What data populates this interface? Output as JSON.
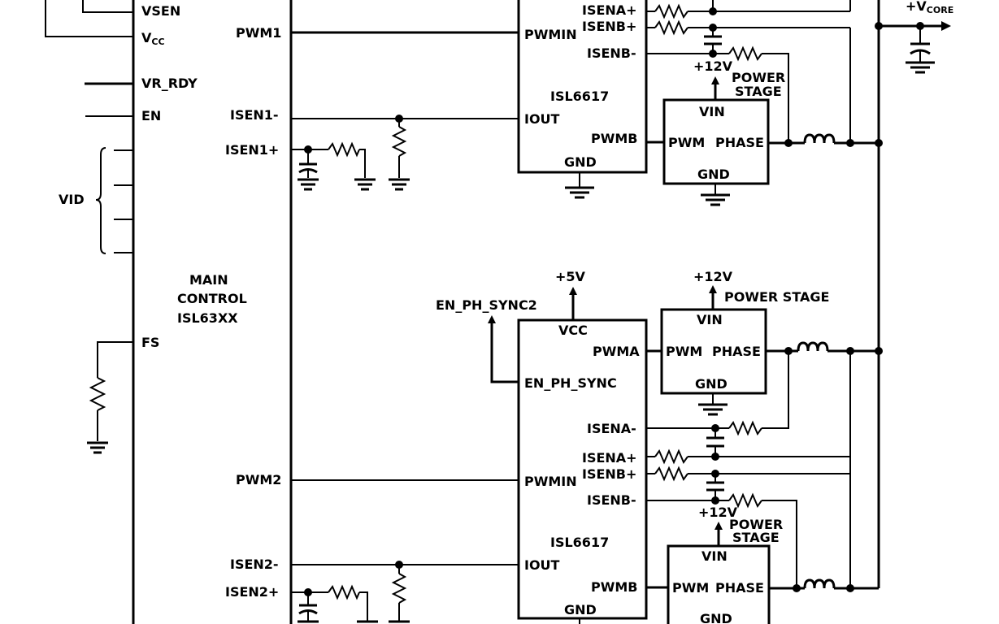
{
  "main_controller": {
    "pins": {
      "vsen": "VSEN",
      "vcc_main": "V",
      "vcc_sub": "CC",
      "vr_rdy": "VR_RDY",
      "en": "EN",
      "fs": "FS",
      "vid": "VID"
    },
    "title": [
      "MAIN",
      "CONTROL",
      "ISL63XX"
    ],
    "signals": {
      "pwm1": "PWM1",
      "isen1_minus": "ISEN1-",
      "isen1_plus": "ISEN1+",
      "pwm2": "PWM2",
      "isen2_minus": "ISEN2-",
      "isen2_plus": "ISEN2+"
    }
  },
  "driver_top": {
    "name": "ISL6617",
    "pins": {
      "isena_plus": "ISENA+",
      "isenb_plus": "ISENB+",
      "isenb_minus": "ISENB-",
      "pwmin": "PWMIN",
      "iout": "IOUT",
      "pwmb": "PWMB",
      "gnd": "GND"
    }
  },
  "driver_bottom": {
    "name": "ISL6617",
    "pins": {
      "vcc": "VCC",
      "pwma": "PWMA",
      "en_ph_sync": "EN_PH_SYNC",
      "isena_minus": "ISENA-",
      "isena_plus": "ISENA+",
      "isenb_plus": "ISENB+",
      "isenb_minus": "ISENB-",
      "pwmin": "PWMIN",
      "iout": "IOUT",
      "pwmb": "PWMB",
      "gnd": "GND"
    },
    "supply": "+5V",
    "sync_net": "EN_PH_SYNC2"
  },
  "power_stages": {
    "p1": {
      "vin": "VIN",
      "pwm": "PWM",
      "phase": "PHASE",
      "gnd": "GND",
      "supply": "+12V",
      "label_line1": "POWER",
      "label_line2": "STAGE"
    },
    "p2": {
      "vin": "VIN",
      "pwm": "PWM",
      "phase": "PHASE",
      "gnd": "GND",
      "supply": "+12V",
      "label": "POWER STAGE"
    },
    "p3": {
      "vin": "VIN",
      "pwm": "PWM",
      "phase": "PHASE",
      "gnd": "GND",
      "supply": "+12V",
      "label_line1": "POWER",
      "label_line2": "STAGE"
    }
  },
  "output": {
    "vcore_prefix": "+V",
    "vcore_sub": "CORE"
  }
}
